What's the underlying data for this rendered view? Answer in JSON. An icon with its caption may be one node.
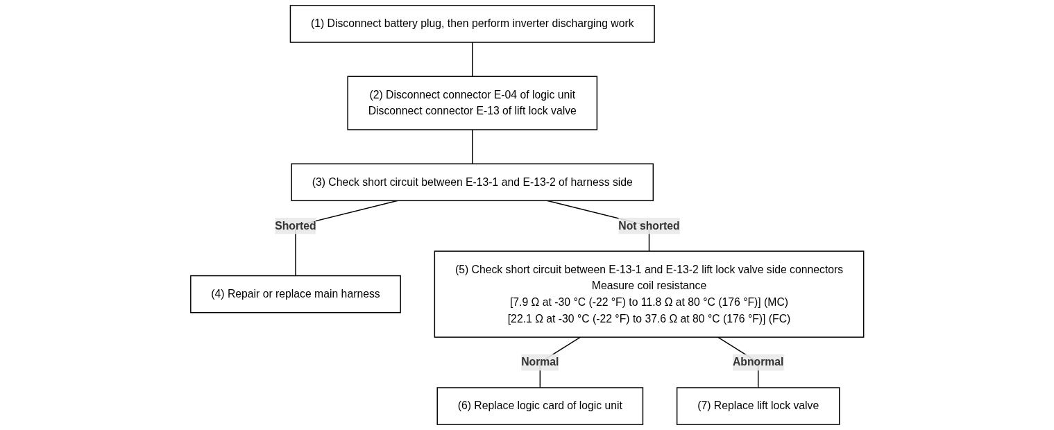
{
  "diagram": {
    "nodes": [
      {
        "text": [
          "(1) Disconnect battery plug, then perform inverter discharging work"
        ]
      },
      {
        "text": [
          "(2) Disconnect connector E-04 of logic unit",
          "Disconnect connector E-13 of lift lock valve"
        ]
      },
      {
        "text": [
          "(3) Check short circuit between E-13-1 and E-13-2 of harness side"
        ]
      },
      {
        "text": [
          "(4) Repair or replace main harness"
        ]
      },
      {
        "text": [
          "(5) Check short circuit between E-13-1 and E-13-2 lift lock valve side connectors",
          "Measure coil resistance",
          "[7.9 Ω at -30 °C (-22 °F) to 11.8 Ω at 80 °C (176 °F)] (MC)",
          "[22.1 Ω at -30 °C (-22 °F) to 37.6 Ω at 80 °C (176 °F)] (FC)"
        ]
      },
      {
        "text": [
          "(6) Replace logic card of logic unit"
        ]
      },
      {
        "text": [
          "(7) Replace lift lock valve"
        ]
      }
    ],
    "edges": [
      {
        "from": 0,
        "to": 1,
        "arrow": "none"
      },
      {
        "from": 1,
        "to": 2,
        "arrow": "none"
      },
      {
        "from": 2,
        "to": 3,
        "arrow": "none",
        "label": "Shorted"
      },
      {
        "from": 2,
        "to": 4,
        "arrow": "none",
        "label": "Not shorted"
      },
      {
        "from": 4,
        "to": 5,
        "arrow": "none",
        "label": "Normal"
      },
      {
        "from": 4,
        "to": 6,
        "arrow": "none",
        "label": "Abnormal"
      }
    ]
  }
}
